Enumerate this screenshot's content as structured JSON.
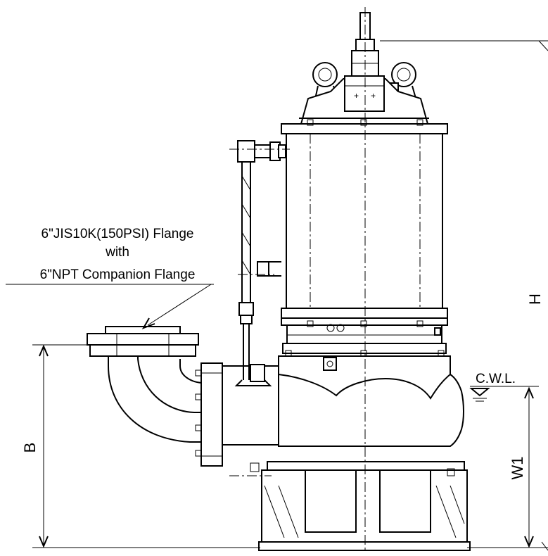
{
  "annotation": {
    "line1": "6\"JIS10K(150PSI) Flange",
    "line2": "with",
    "line3": "6\"NPT Companion Flange"
  },
  "dimensions": {
    "h_label": "H",
    "b_label": "B",
    "w1_label": "W1"
  },
  "water_level": {
    "label": "C.W.L."
  }
}
